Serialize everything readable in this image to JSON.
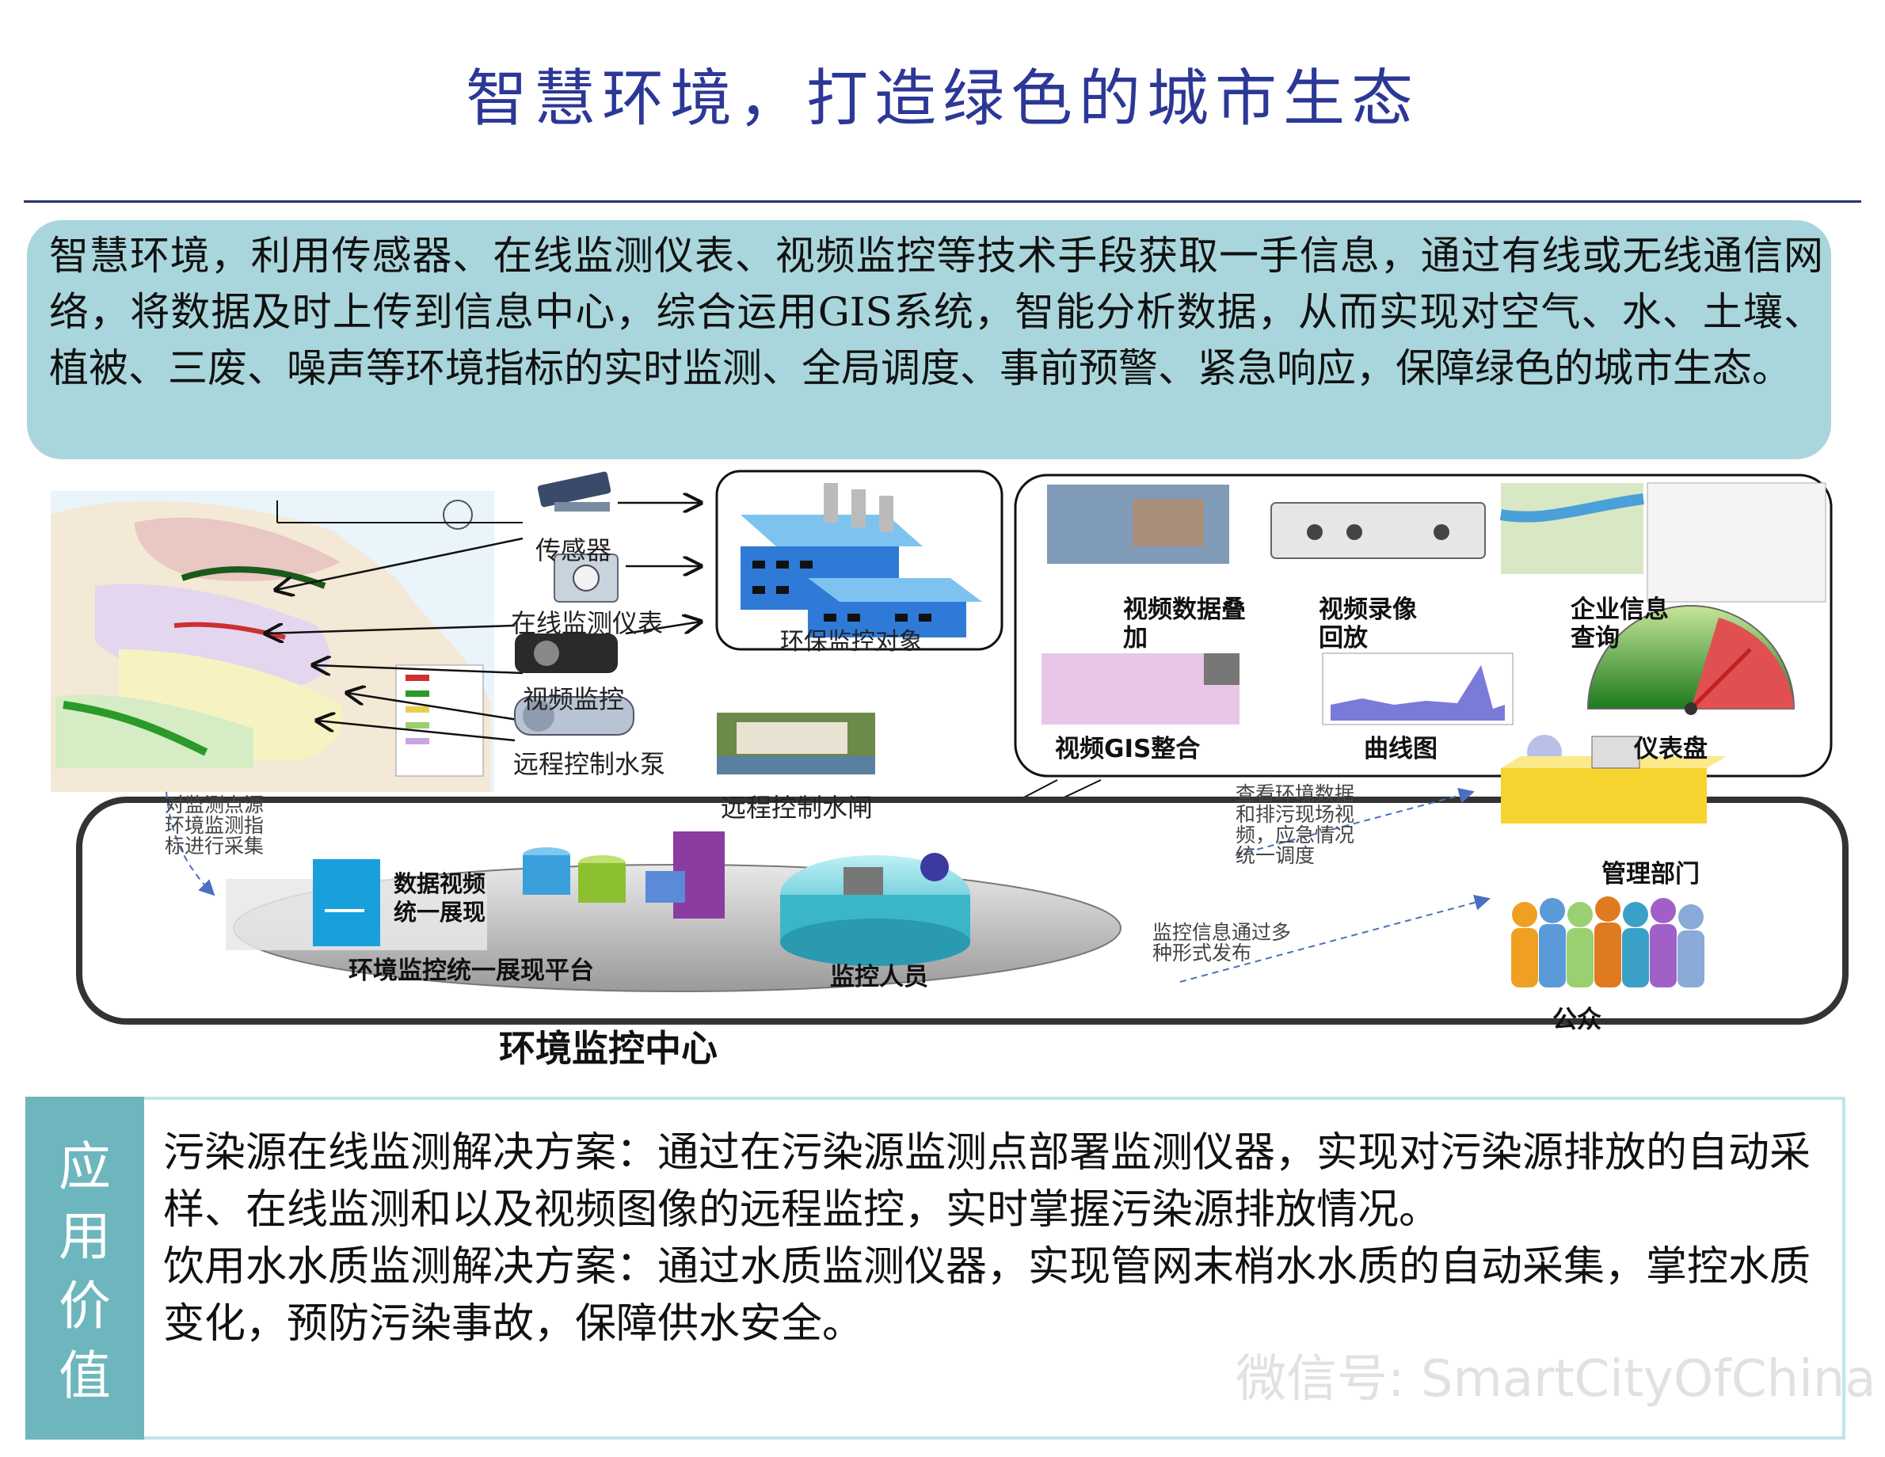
{
  "title": "智慧环境，打造绿色的城市生态",
  "intro": "智慧环境，利用传感器、在线监测仪表、视频监控等技术手段获取一手信息，通过有线或无线通信网络，将数据及时上传到信息中心，综合运用GIS系统，智能分析数据，从而实现对空气、水、土壤、植被、三废、噪声等环境指标的实时监测、全局调度、事前预警、紧急响应，保障绿色的城市生态。",
  "diagram": {
    "devices": {
      "sensor": "传感器",
      "online_meter": "在线监测仪表",
      "video_monitor": "视频监控",
      "remote_pump": "远程控制水泵",
      "remote_gate": "远程控制水闸"
    },
    "target": "环保监控对象",
    "features": {
      "video_overlay": "视频数据叠加",
      "video_playback": "视频录像回放",
      "enterprise_query": "企业信息查询",
      "video_gis": "视频GIS整合",
      "curve_chart": "曲线图",
      "dashboard": "仪表盘"
    },
    "notes": {
      "collect": [
        "对监测点源",
        "环境监测指",
        "标进行采集"
      ],
      "view": [
        "查看环境数据",
        "和排污现场视",
        "频，应急情况",
        "统一调度"
      ],
      "publish": [
        "监控信息通过多",
        "种形式发布"
      ]
    },
    "platform": {
      "display": [
        "数据视频",
        "统一展现"
      ],
      "name": "环境监控统一展现平台",
      "staff": "监控人员",
      "center": "环境监控中心"
    },
    "management": "管理部门",
    "public": "公众"
  },
  "application": {
    "tag": [
      "应",
      "用",
      "价",
      "值"
    ],
    "lines": [
      "污染源在线监测解决方案：通过在污染源监测点部署监测仪器，实现对污染源排放的自动采样、在线监测和以及视频图像的远程监控，实时掌握污染源排放情况。",
      "饮用水水质监测解决方案：通过水质监测仪器，实现管网末梢水水质的自动采集，掌控水质变化，预防污染事故，保障供水安全。"
    ]
  },
  "watermark": "微信号: SmartCityOfChina",
  "colors": {
    "title": "#2c3896",
    "intro_bg": "#a9d6dc",
    "tag_bg": "#6db6be",
    "accent_green": "#3a7d3a"
  }
}
